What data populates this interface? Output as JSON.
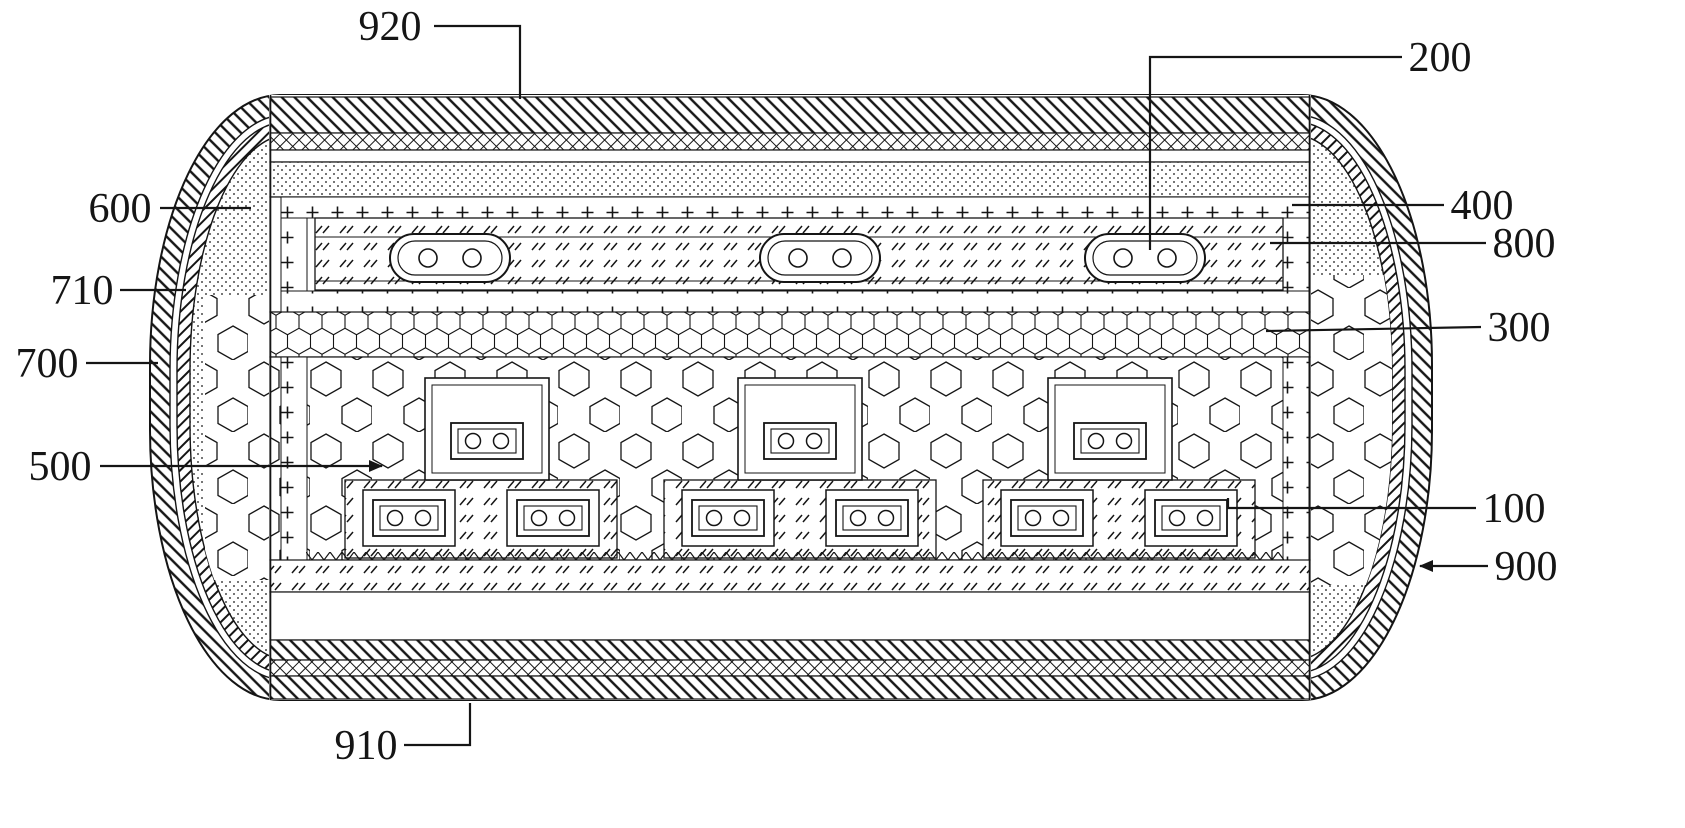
{
  "figure": {
    "labels": {
      "100": "100",
      "200": "200",
      "300": "300",
      "400": "400",
      "500": "500",
      "600": "600",
      "700": "700",
      "710": "710",
      "800": "800",
      "900": "900",
      "910": "910",
      "920": "920"
    }
  },
  "colors": {
    "ink": "#151515",
    "paper": "#ffffff"
  }
}
